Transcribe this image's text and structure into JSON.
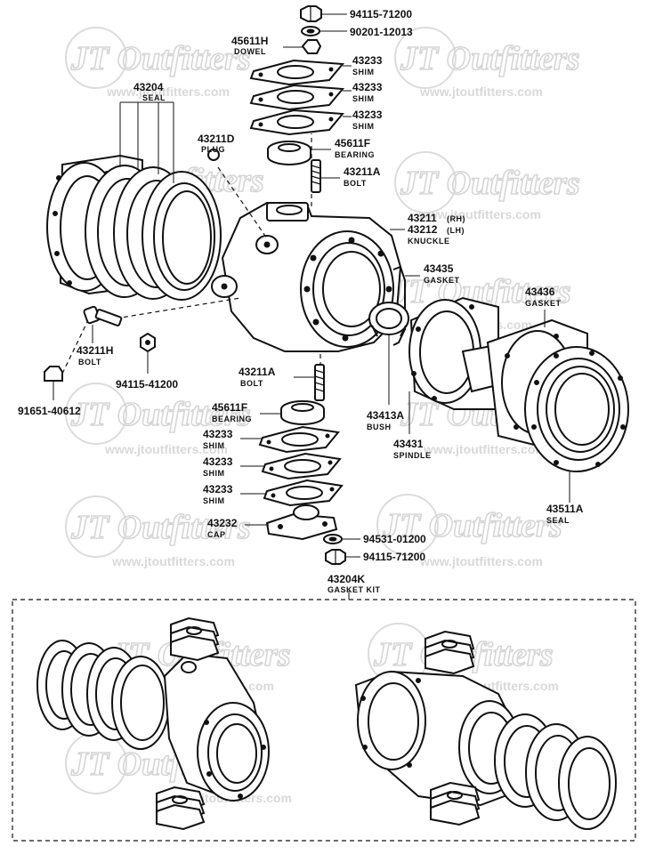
{
  "watermark": {
    "brand": "JT Outfitters",
    "url": "www.jtoutfitters.com"
  },
  "parts": {
    "nut_top": {
      "number": "94115-71200"
    },
    "washer_top": {
      "number": "90201-12013"
    },
    "dowel": {
      "number": "45611H",
      "name": "DOWEL"
    },
    "shim_top_1": {
      "number": "43233",
      "name": "SHIM"
    },
    "shim_top_2": {
      "number": "43233",
      "name": "SHIM"
    },
    "shim_top_3": {
      "number": "43233",
      "name": "SHIM"
    },
    "bearing_top": {
      "number": "45611F",
      "name": "BEARING"
    },
    "bolt_top": {
      "number": "43211A",
      "name": "BOLT"
    },
    "seal_main": {
      "number": "43204",
      "name": "SEAL"
    },
    "plug": {
      "number": "43211D",
      "name": "PLUG"
    },
    "knuckle": {
      "number_rh": "43211",
      "side_rh": "(RH)",
      "number_lh": "43212",
      "side_lh": "(LH)",
      "name": "KNUCKLE"
    },
    "gasket_a": {
      "number": "43435",
      "name": "GASKET"
    },
    "gasket_b": {
      "number": "43436",
      "name": "GASKET"
    },
    "bolt_h": {
      "number": "43211H",
      "name": "BOLT"
    },
    "nut_side": {
      "number": "94115-41200"
    },
    "cap_nut": {
      "number": "91651-40612"
    },
    "bolt_lower": {
      "number": "43211A",
      "name": "BOLT"
    },
    "bearing_lower": {
      "number": "45611F",
      "name": "BEARING"
    },
    "shim_low_1": {
      "number": "43233",
      "name": "SHIM"
    },
    "shim_low_2": {
      "number": "43233",
      "name": "SHIM"
    },
    "shim_low_3": {
      "number": "43233",
      "name": "SHIM"
    },
    "bush": {
      "number": "43413A",
      "name": "BUSH"
    },
    "spindle": {
      "number": "43431",
      "name": "SPINDLE"
    },
    "seal_outer": {
      "number": "43511A",
      "name": "SEAL"
    },
    "cap": {
      "number": "43232",
      "name": "CAP"
    },
    "washer_bottom": {
      "number": "94531-01200"
    },
    "nut_bottom": {
      "number": "94115-71200"
    },
    "gasket_kit": {
      "number": "43204K",
      "name": "GASKET KIT"
    }
  }
}
